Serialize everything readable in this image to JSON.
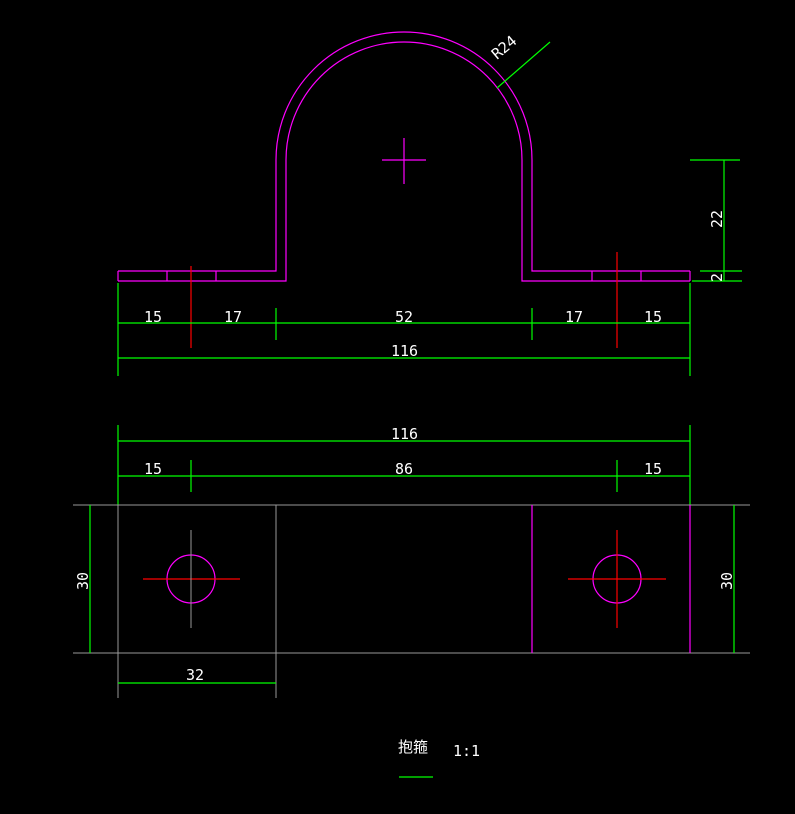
{
  "title": "抱箍",
  "scale": "1:1",
  "colors": {
    "outline": "#ff00ff",
    "dimension": "#00ff00",
    "centerline": "#ff0000",
    "text": "#ffffff"
  },
  "front_view": {
    "radius_label": "R24",
    "dims": [
      "15",
      "17",
      "52",
      "17",
      "15"
    ],
    "overall": "116",
    "height": "22",
    "thickness": "2"
  },
  "top_view": {
    "overall": "116",
    "dims": [
      "15",
      "86",
      "15"
    ],
    "width_left": "30",
    "width_right": "30",
    "pad": "32"
  }
}
